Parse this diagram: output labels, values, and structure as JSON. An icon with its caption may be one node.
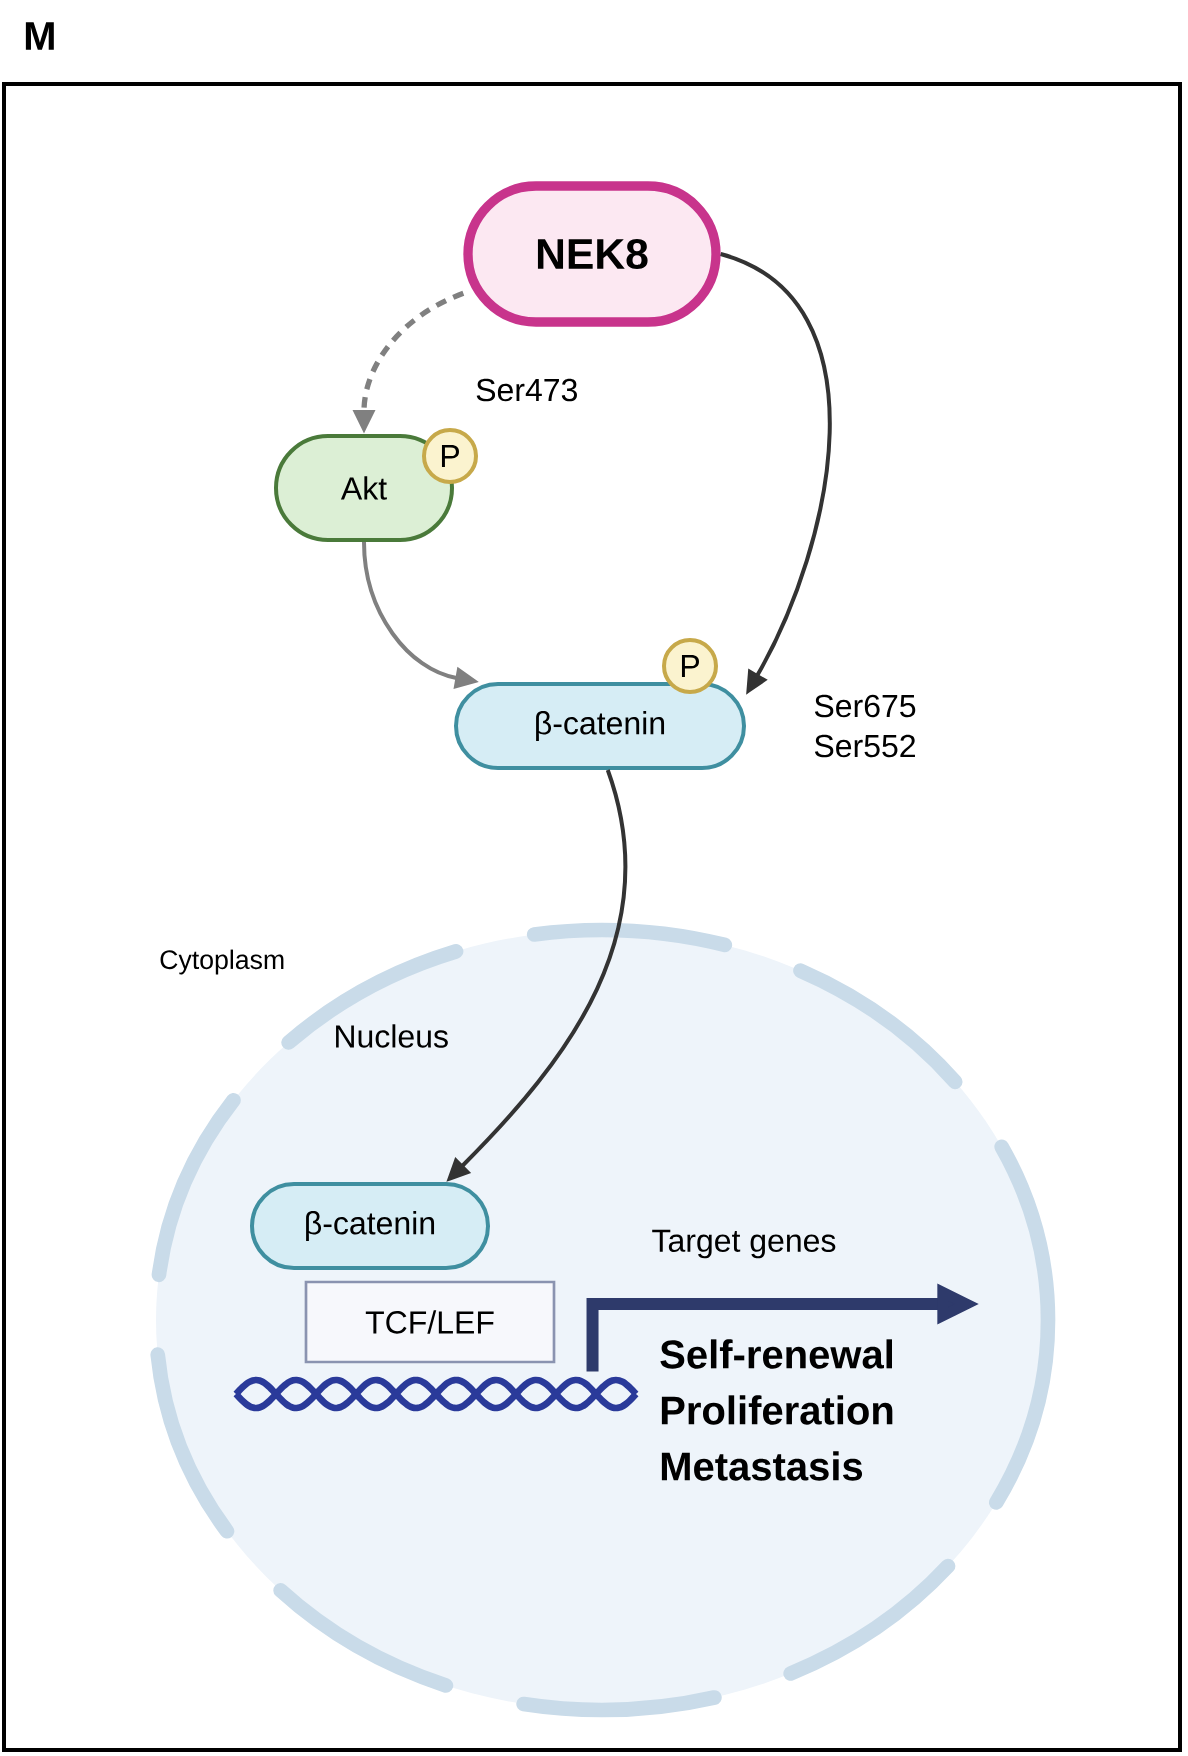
{
  "diagram": {
    "nodes": [
      {
        "text": [
          "NEK8"
        ]
      },
      {
        "text": [
          "Akt"
        ]
      },
      {
        "text": [
          "P"
        ]
      },
      {
        "text": [
          "β-catenin"
        ],
        "beside": [
          "Ser675 Ser552"
        ]
      },
      {
        "text": [
          "P"
        ]
      },
      {
        "text": [
          "Nucleus"
        ]
      },
      {
        "text": [
          "β-catenin"
        ],
        "in": 5
      },
      {
        "text": [
          "TCF/LEF"
        ],
        "in": 5
      },
      {
        "text": [],
        "shape": "picture",
        "in": 5
      }
    ],
    "edges": [
      {
        "from": 0,
        "to": 1,
        "arrow": "to",
        "label": "Ser473",
        "style": "dashed",
        "color": "#808080"
      },
      {
        "from": 1,
        "to": 3,
        "arrow": "to",
        "color": "#808080"
      },
      {
        "from": 0,
        "to": 3,
        "arrow": "to"
      },
      {
        "from": 3,
        "to": 6,
        "arrow": "to"
      },
      {
        "from": 8,
        "to": null,
        "arrow": "to",
        "label": "Target genes",
        "style": "thick",
        "color": "#2e3a6b"
      }
    ],
    "labels": [
      "M",
      "Cytoplasm",
      "Self-renewal",
      "Proliferation",
      "Metastasis"
    ]
  }
}
